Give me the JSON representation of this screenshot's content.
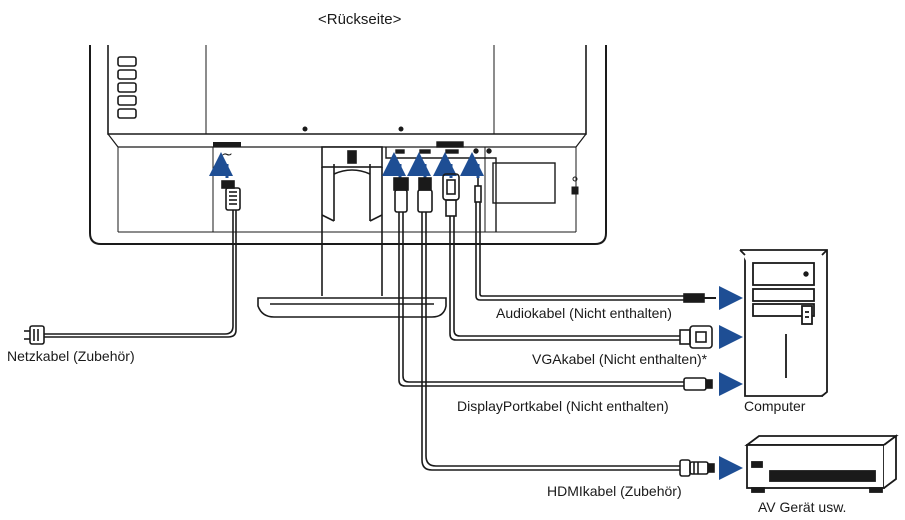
{
  "title": "<Rückseite>",
  "labels": {
    "power_cable": "Netzkabel (Zubehör)",
    "audio_cable": "Audiokabel (Nicht enthalten)",
    "vga_cable": "VGAkabel (Nicht enthalten)*",
    "displayport_cable": "DisplayPortkabel (Nicht enthalten)",
    "hdmi_cable": "HDMIkabel (Zubehör)",
    "computer": "Computer",
    "av_device": "AV Gerät usw."
  },
  "colors": {
    "line": "#1a1a1a",
    "arrow": "#1e4e94",
    "port": "#444444"
  },
  "icons": {
    "power": "tilde-power-symbol",
    "lock": "kensington-lock-icon"
  }
}
